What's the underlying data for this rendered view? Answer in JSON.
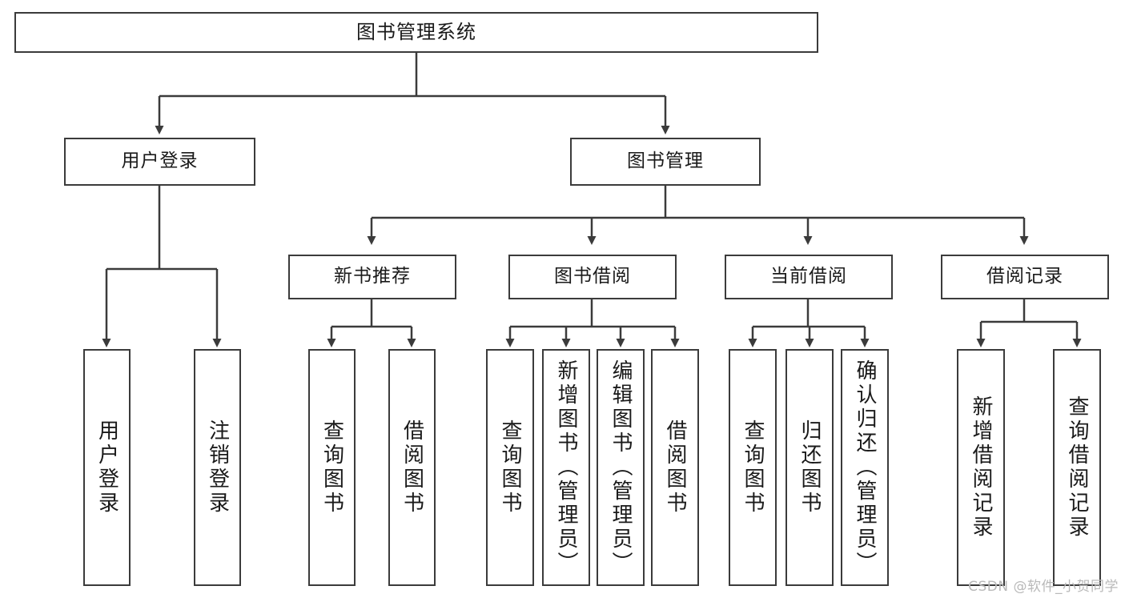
{
  "diagram": {
    "title": "图书管理系统",
    "watermark": "CSDN @软件_小贺同学",
    "colors": {
      "background": "#ffffff",
      "box_stroke": "#3b3b3b",
      "box_fill": "#ffffff",
      "connector": "#3b3b3b",
      "text": "#1a1a1a",
      "watermark": "#b9b9b9"
    },
    "root": {
      "label": "图书管理系统"
    },
    "level2": [
      {
        "label": "用户登录"
      },
      {
        "label": "图书管理"
      }
    ],
    "level3": [
      {
        "label": "新书推荐"
      },
      {
        "label": "图书借阅"
      },
      {
        "label": "当前借阅"
      },
      {
        "label": "借阅记录"
      }
    ],
    "leaves": {
      "user_login": [
        {
          "label": "用户登录"
        },
        {
          "label": "注销登录"
        }
      ],
      "new_book_recommend": [
        {
          "label": "查询图书"
        },
        {
          "label": "借阅图书"
        }
      ],
      "book_borrow": [
        {
          "label": "查询图书"
        },
        {
          "label": "新增图书（管理员）"
        },
        {
          "label": "编辑图书（管理员）"
        },
        {
          "label": "借阅图书"
        }
      ],
      "current_borrow": [
        {
          "label": "查询图书"
        },
        {
          "label": "归还图书"
        },
        {
          "label": "确认归还（管理员）"
        }
      ],
      "borrow_record": [
        {
          "label": "新增借阅记录"
        },
        {
          "label": "查询借阅记录"
        }
      ]
    }
  }
}
